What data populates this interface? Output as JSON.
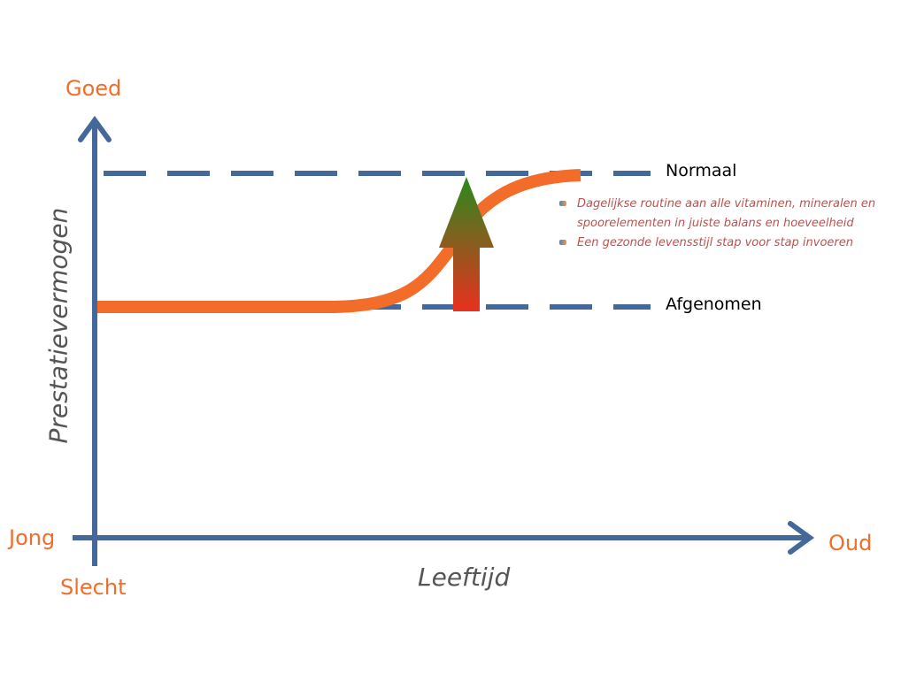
{
  "y_axis": {
    "top_label": "Goed",
    "bottom_label": "Slecht",
    "title": "Prestatievermogen"
  },
  "x_axis": {
    "left_label": "Jong",
    "right_label": "Oud",
    "title": "Leeftijd"
  },
  "levels": {
    "high": "Normaal",
    "low": "Afgenomen"
  },
  "bullets": [
    "Dagelijkse routine aan alle vitaminen, mineralen en spoorelementen in juiste balans en hoeveelheid",
    "Een gezonde levensstijl stap voor stap invoeren"
  ],
  "colors": {
    "axis": "#44689a",
    "curve": "#f26d2a",
    "arrow_top": "#2a8a1e",
    "arrow_bottom": "#e8301e",
    "bullet_text": "#c0504d"
  }
}
